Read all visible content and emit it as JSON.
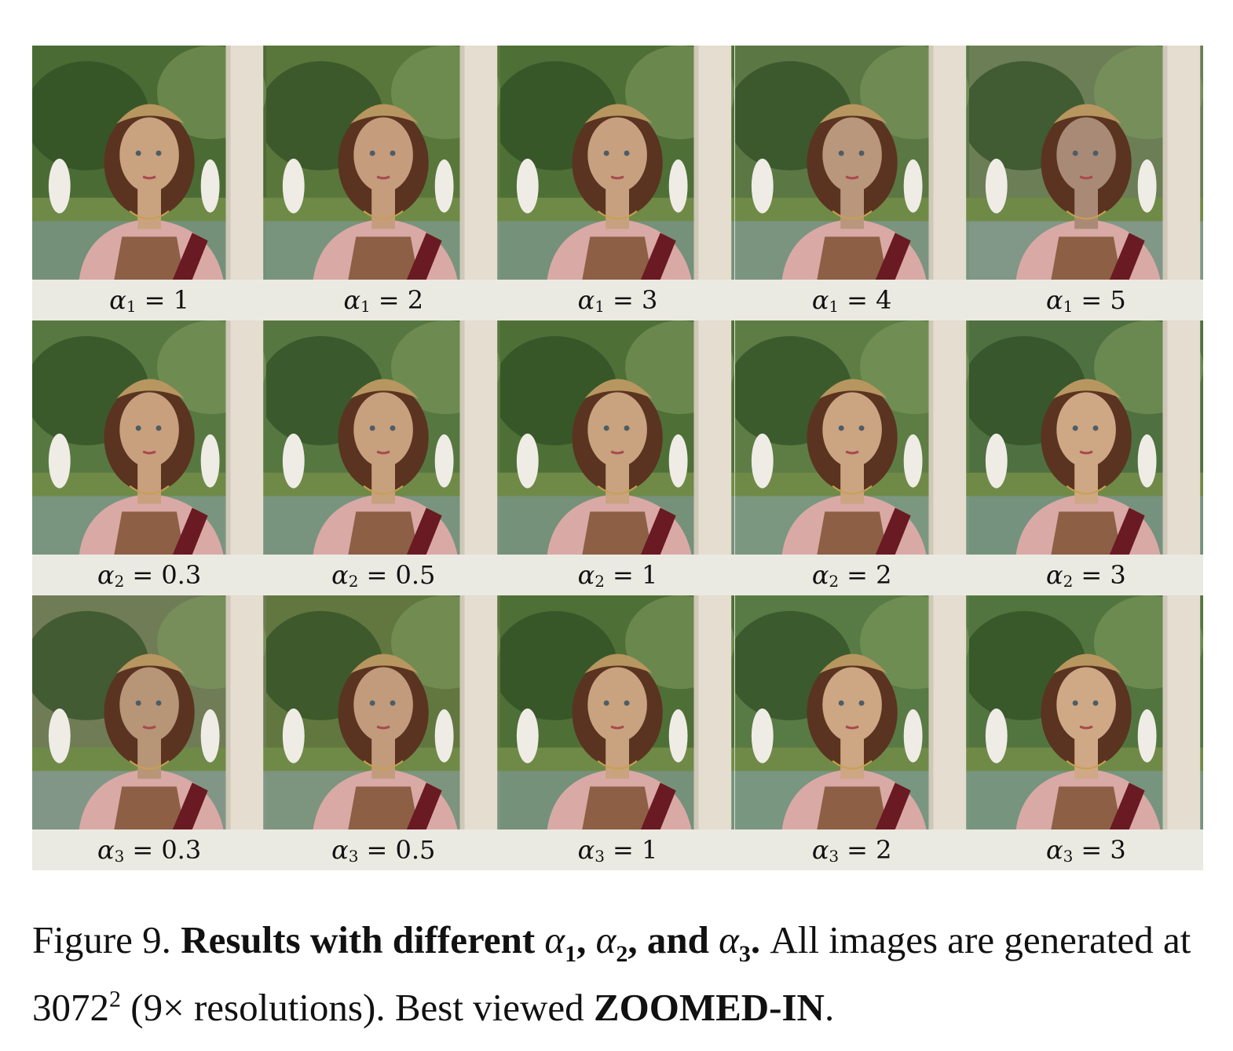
{
  "rows": [
    {
      "symbol": "α",
      "subscript": "1",
      "labels": [
        "= 1",
        "= 2",
        "= 3",
        "= 4",
        "= 5"
      ],
      "tones": [
        "#c9a27f",
        "#c59c7c",
        "#c7a17f",
        "#b9977d",
        "#a98a76"
      ],
      "bg": [
        "#4b6b34",
        "#59773b",
        "#4e6f36",
        "#5b7744",
        "#6b7e55"
      ]
    },
    {
      "symbol": "α",
      "subscript": "2",
      "labels": [
        "= 0.3",
        "= 0.5",
        "= 1",
        "= 2",
        "= 3"
      ],
      "tones": [
        "#c8a07e",
        "#c7a07e",
        "#c9a27f",
        "#cba482",
        "#cea785"
      ],
      "bg": [
        "#587842",
        "#567740",
        "#4e6f36",
        "#5d7d45",
        "#4f7040"
      ]
    },
    {
      "symbol": "α",
      "subscript": "3",
      "labels": [
        "= 0.3",
        "= 0.5",
        "= 1",
        "= 2",
        "= 3"
      ],
      "tones": [
        "#b79577",
        "#c19b7b",
        "#c9a27f",
        "#cda683",
        "#cfa886"
      ],
      "bg": [
        "#6f7c56",
        "#61773f",
        "#4e6f36",
        "#587a44",
        "#52753f"
      ]
    }
  ],
  "caption": {
    "figure": "Figure 9.",
    "bold_a": "Results with different",
    "a1": "α",
    "a1_sub": "1",
    "comma1": ",",
    "a2": "α",
    "a2_sub": "2",
    "comma2": ", and",
    "a3": "α",
    "a3_sub": "3",
    "dot": ".",
    "rest1": "All images are generated at 3072",
    "sup": "2",
    "rest2": "(9× resolutions). Best viewed",
    "bold_end": "ZOOMED-IN",
    "end": "."
  }
}
